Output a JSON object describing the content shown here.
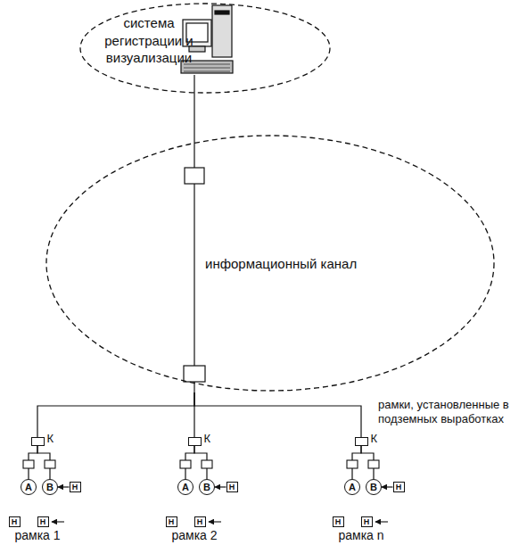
{
  "diagram": {
    "nodes": [
      {
        "text": [
          "система регистрации и визуализации"
        ]
      },
      {
        "text": [
          "информационный канал"
        ]
      },
      {
        "text": [
          "К"
        ]
      },
      {
        "text": [
          "A"
        ]
      },
      {
        "text": [
          "B"
        ]
      },
      {
        "text": [
          "Н"
        ]
      },
      {
        "text": [
          "Н"
        ]
      },
      {
        "text": [
          "Н"
        ]
      },
      {
        "text": [
          "К"
        ]
      },
      {
        "text": [
          "A"
        ]
      },
      {
        "text": [
          "B"
        ]
      },
      {
        "text": [
          "Н"
        ]
      },
      {
        "text": [
          "Н"
        ]
      },
      {
        "text": [
          "Н"
        ]
      },
      {
        "text": [
          "К"
        ]
      },
      {
        "text": [
          "A"
        ]
      },
      {
        "text": [
          "B"
        ]
      },
      {
        "text": [
          "Н"
        ]
      },
      {
        "text": [
          "Н"
        ]
      },
      {
        "text": [
          "Н"
        ]
      }
    ],
    "edges": [
      {
        "from": 0,
        "to": 1,
        "arrow": "none"
      },
      {
        "from": 1,
        "to": 2,
        "arrow": "none"
      },
      {
        "from": 1,
        "to": 8,
        "arrow": "none"
      },
      {
        "from": 1,
        "to": 14,
        "arrow": "none"
      },
      {
        "from": 2,
        "to": 3,
        "arrow": "none"
      },
      {
        "from": 2,
        "to": 4,
        "arrow": "none"
      },
      {
        "from": 8,
        "to": 9,
        "arrow": "none"
      },
      {
        "from": 8,
        "to": 10,
        "arrow": "none"
      },
      {
        "from": 14,
        "to": 15,
        "arrow": "none"
      },
      {
        "from": 14,
        "to": 16,
        "arrow": "none"
      },
      {
        "from": 5,
        "to": 4,
        "arrow": "to"
      },
      {
        "from": 11,
        "to": 10,
        "arrow": "to"
      },
      {
        "from": 17,
        "to": 16,
        "arrow": "to"
      }
    ],
    "labels": [
      "рамка 1",
      "рамка 2",
      "рамка n",
      "рамки, установленные в подземных выработках"
    ]
  }
}
